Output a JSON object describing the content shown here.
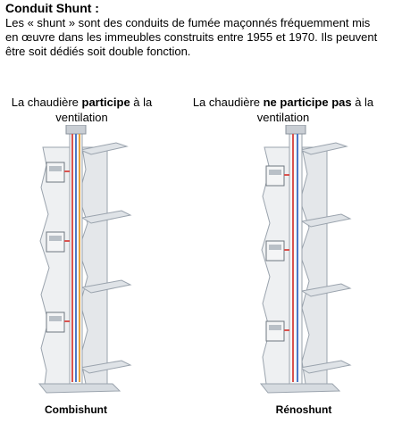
{
  "heading": "Conduit Shunt :",
  "intro": "Les « shunt » sont des conduits de fumée maçonnés fréquemment mis en œuvre dans les immeubles construits entre 1955 et 1970. Ils peuvent être soit dédiés soit double fonction.",
  "left_caption": {
    "prefix": "La chaudière ",
    "strong": "participe",
    "suffix": " à la ventilation"
  },
  "right_caption": {
    "prefix": "La chaudière ",
    "strong": "ne participe pas",
    "suffix": " à la ventilation"
  },
  "left_name": "Combishunt",
  "right_name": "Rénoshunt",
  "colors": {
    "hot_flue": "#d9534f",
    "fresh_air": "#4a78c8",
    "extract_air": "#e8a33c",
    "wall": "#e9ecef",
    "edge": "#9aa3ad"
  },
  "icons": {
    "left_diagram": "combishunt-building-section",
    "right_diagram": "renoshunt-building-section"
  }
}
